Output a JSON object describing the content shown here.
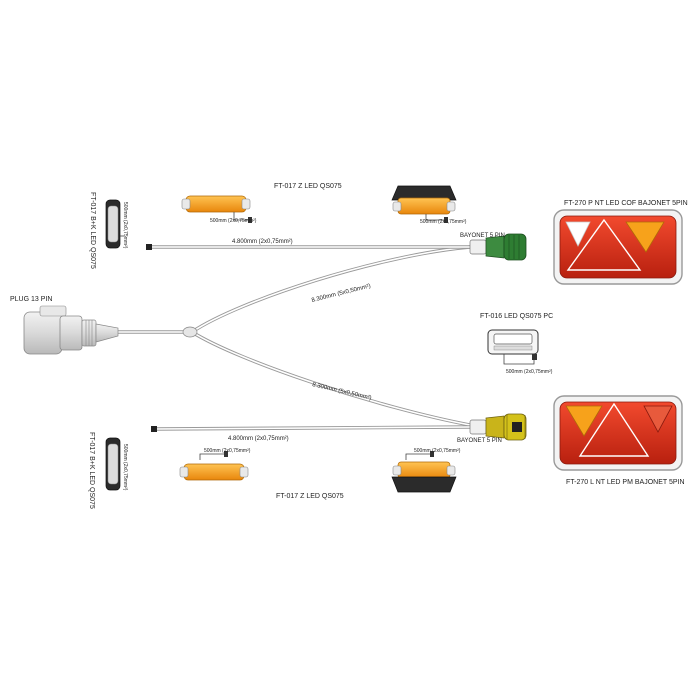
{
  "labels": {
    "plug": "PLUG 13 PIN",
    "top_marker_title": "FT-017 Z LED  QS075",
    "bottom_marker_title": "FT-017 Z LED  QS075",
    "left_top_vertical": "FT-017 B+K LED QS075",
    "left_bottom_vertical": "FT-017 B+K LED QS075",
    "lamp_right_title": "FT-270 P NT LED COF BAJONET 5PIN",
    "lamp_left_title": "FT-270 L NT LED PM BAJONET 5PIN",
    "plate_light_title": "FT-016 LED QS075 PC",
    "bayonet_top": "BAYONET 5 PIN",
    "bayonet_bottom": "BAYONET 5 PIN",
    "cable_top_side": "4.800mm  (2x0,75mm²)",
    "cable_bottom_side": "4.800mm  (2x0,75mm²)",
    "cable_top_main": "8.300mm  (5x0,50mm²)",
    "cable_bottom_main": "8.300mm  (5x0,50mm²)",
    "lead_marker_tl": "500mm (2x0,75mm²)",
    "lead_marker_tr": "500mm (2x0,75mm²)",
    "lead_marker_bl": "500mm (2x0,75mm²)",
    "lead_marker_br": "500mm (2x0,75mm²)",
    "lead_plate": "500mm (2x0,75mm²)",
    "lead_side_top": "500mm (2x0,75mm²)",
    "lead_side_bottom": "500mm (2x0,75mm²)"
  },
  "colors": {
    "amber": "#f7a21b",
    "red": "#e0301e",
    "black_base": "#2b2b2b",
    "green_connector": "#2e7d32",
    "yellow_connector": "#d4c21a",
    "cable": "#9a9a9a"
  }
}
